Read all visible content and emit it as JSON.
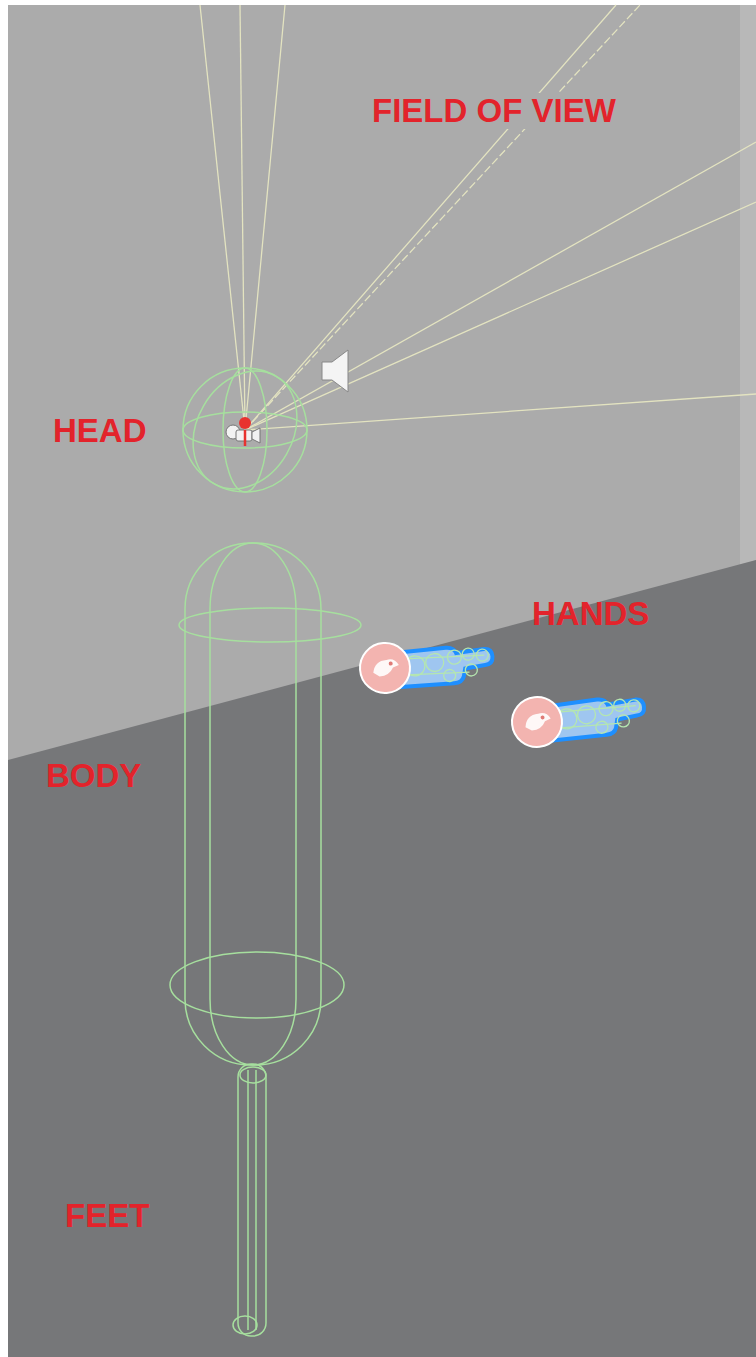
{
  "diagram": {
    "labels": [
      "FIELD OF VIEW",
      "HEAD",
      "HANDS",
      "BODY",
      "FEET"
    ]
  }
}
